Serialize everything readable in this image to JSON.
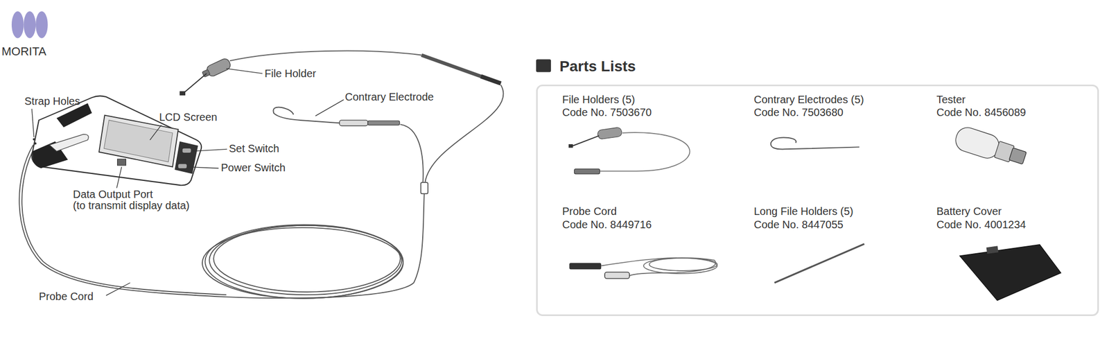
{
  "diagram": {
    "nodes": [
      {
        "text": [
          "Parts Lists"
        ]
      }
    ],
    "labels": [
      "MORITA",
      "Strap Holes",
      "LCD Screen",
      "Set Switch",
      "Power Switch",
      "Data Output Port (to transmit display data)",
      "File Holder",
      "Contrary Electrode",
      "Probe Cord",
      "File Holders (5)",
      "Code No. 7503670",
      "Contrary Electrodes (5)",
      "Code No. 7503680",
      "Tester",
      "Code No. 8456089",
      "Probe Cord",
      "Code No. 8449716",
      "Long File Holders (5)",
      "Code No. 8447055",
      "Battery Cover",
      "Code No. 4001234"
    ]
  }
}
